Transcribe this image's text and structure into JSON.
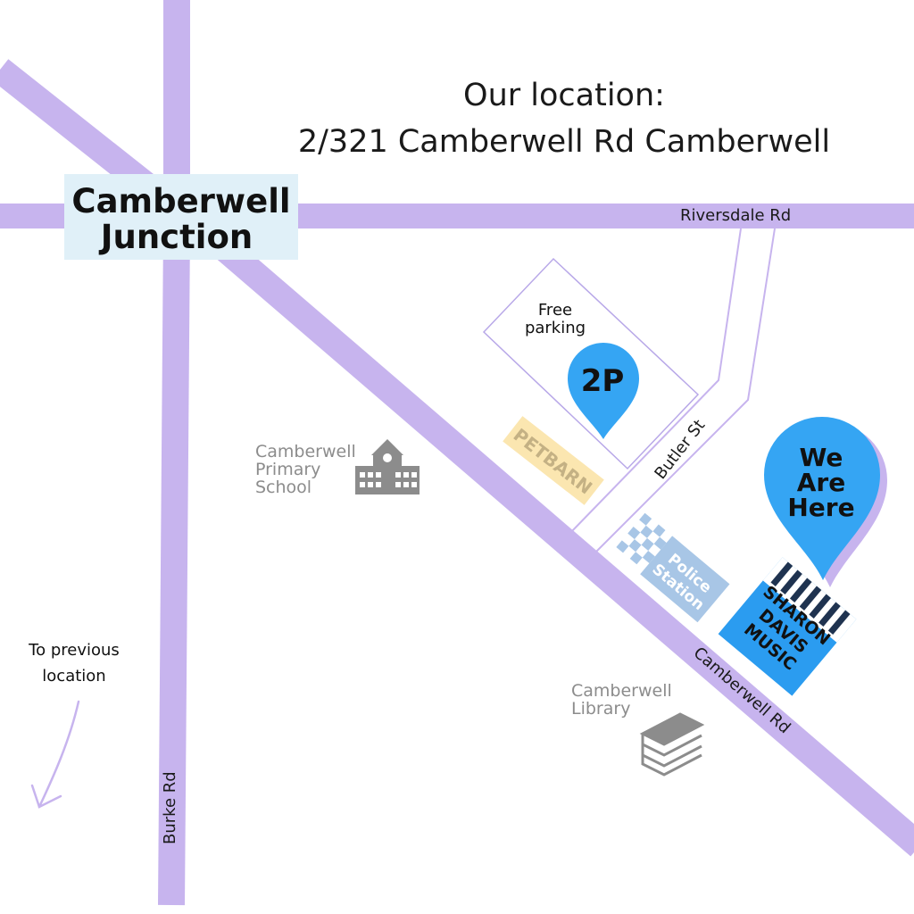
{
  "title": {
    "line1": "Our location:",
    "line2": "2/321 Camberwell Rd Camberwell"
  },
  "junction": {
    "line1": "Camberwell",
    "line2": "Junction"
  },
  "roads": {
    "riversdale": "Riversdale Rd",
    "butler": "Butler St",
    "camberwell": "Camberwell Rd",
    "burke": "Burke Rd"
  },
  "parking": {
    "line1": "Free",
    "line2": "parking",
    "badge": "2P"
  },
  "landmarks": {
    "petbarn": "PETBARN",
    "police_line1": "Police",
    "police_line2": "Station",
    "school_line1": "Camberwell",
    "school_line2": "Primary",
    "school_line3": "School",
    "library_line1": "Camberwell",
    "library_line2": "Library"
  },
  "pin": {
    "line1": "We",
    "line2": "Are",
    "line3": "Here"
  },
  "store": {
    "line1": "SHARON",
    "line2": "DAVIS",
    "line3": "MUSIC"
  },
  "previous": {
    "line1": "To previous",
    "line2": "location"
  },
  "colors": {
    "road": "#c7b4ee",
    "pin_blue": "#35a5f3",
    "junction_bg": "#e0f0f8",
    "store_blue": "#2b9cf0",
    "petbarn_bg": "#fbe6b0",
    "police": "#a8c6e6",
    "grey_icon": "#8c8c8c"
  },
  "icons": [
    "school-icon",
    "books-icon",
    "location-pin-icon",
    "piano-keys-icon",
    "arrow-down-icon"
  ]
}
